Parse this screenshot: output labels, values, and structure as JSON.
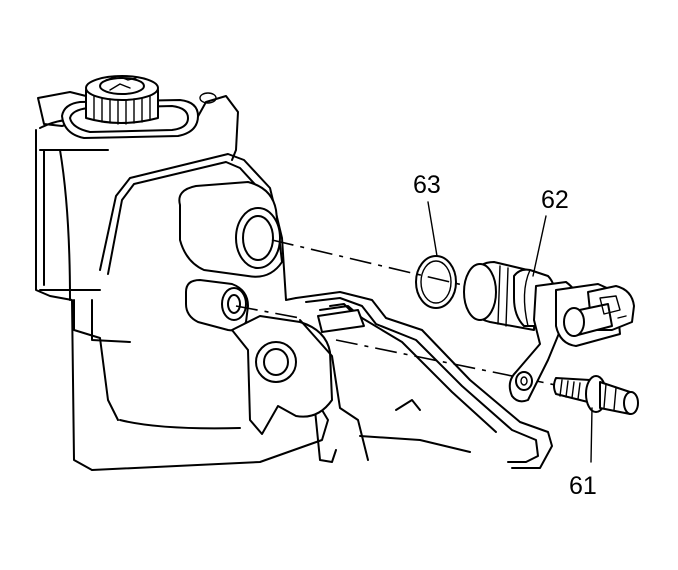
{
  "callouts": {
    "c61": "61",
    "c62": "62",
    "c63": "63"
  },
  "colors": {
    "line": "#000000",
    "background": "#ffffff"
  },
  "parts": [
    {
      "callout": "61",
      "icon": "bolt-icon"
    },
    {
      "callout": "62",
      "icon": "speed-sensor-icon"
    },
    {
      "callout": "63",
      "icon": "o-ring-icon"
    }
  ]
}
